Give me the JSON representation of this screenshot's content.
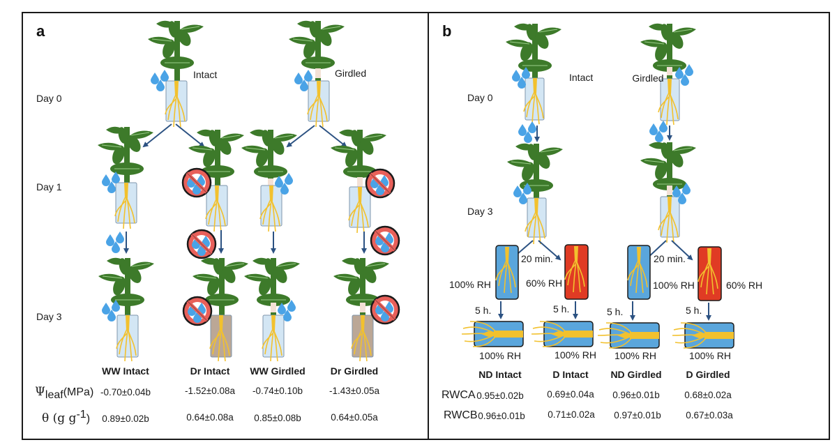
{
  "colors": {
    "leaf": "#3d7a2a",
    "leaf_vein": "#9ccf8a",
    "stem": "#3d7a2a",
    "girdle": "#f3e1d6",
    "root": "#f2c12e",
    "tube_water": "#d3e6f4",
    "tube_soil": "#bba796",
    "tube_stroke": "#7f96ab",
    "drop": "#4aa3e6",
    "no_water": "#e8605a",
    "chamber_100": "#5aa6dc",
    "chamber_60": "#e03b24",
    "arrow": "#2c5282"
  },
  "panel_a": {
    "letter": "a",
    "day_labels": [
      "Day 0",
      "Day 1",
      "Day 3"
    ],
    "treatment_labels": {
      "intact": "Intact",
      "girdled": "Girdled"
    },
    "table": {
      "columns": [
        "WW Intact",
        "Dr Intact",
        "WW Girdled",
        "Dr Girdled"
      ],
      "rows": [
        {
          "label_symbol": "Ψ",
          "label_sub": "leaf",
          "label_unit": "(MPa)",
          "values": [
            "-0.70±0.04b",
            "-1.52±0.08a",
            "-0.74±0.10b",
            "-1.43±0.05a"
          ]
        },
        {
          "label_symbol": "θ (g g",
          "label_sup": "-1",
          "label_unit": ")",
          "values": [
            "0.89±0.02b",
            "0.64±0.08a",
            "0.85±0.08b",
            "0.64±0.05a"
          ]
        }
      ]
    }
  },
  "panel_b": {
    "letter": "b",
    "day_labels": [
      "Day 0",
      "Day 3"
    ],
    "treatment_labels": {
      "intact": "Intact",
      "girdled": "Girdled"
    },
    "duration_20": "20 min.",
    "duration_5": "5 h.",
    "rh_labels": {
      "high": "100% RH",
      "low": "60% RH"
    },
    "table": {
      "columns": [
        "ND Intact",
        "D Intact",
        "ND Girdled",
        "D Girdled"
      ],
      "rows": [
        {
          "label": "RWCA",
          "values": [
            "0.95±0.02b",
            "0.69±0.04a",
            "0.96±0.01b",
            "0.68±0.02a"
          ]
        },
        {
          "label": "RWCB",
          "values": [
            "0.96±0.01b",
            "0.71±0.02a",
            "0.97±0.01b",
            "0.67±0.03a"
          ]
        }
      ]
    }
  }
}
